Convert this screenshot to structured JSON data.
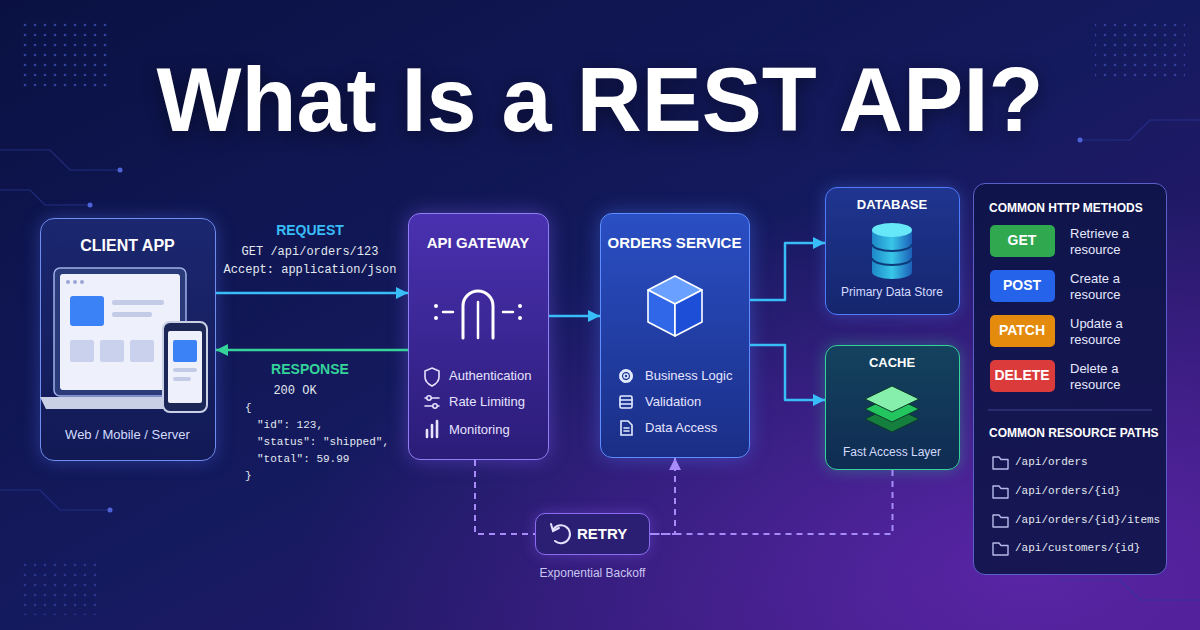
{
  "diagram": {
    "title": "What Is a REST API?",
    "nodes": [
      {
        "text": [
          "CLIENT APP",
          "Web / Mobile / Server"
        ]
      },
      {
        "text": [
          "API GATEWAY",
          "Authentication",
          "Rate Limiting",
          "Monitoring"
        ]
      },
      {
        "text": [
          "ORDERS SERVICE",
          "Business Logic",
          "Validation",
          "Data Access"
        ]
      },
      {
        "text": [
          "DATABASE",
          "Primary Data Store"
        ]
      },
      {
        "text": [
          "CACHE",
          "Fast Access Layer"
        ]
      },
      {
        "text": [
          "RETRY",
          "Exponential Backoff"
        ]
      },
      {
        "text": [
          "COMMON HTTP METHODS",
          "COMMON RESOURCE PATHS"
        ]
      },
      {
        "text": [
          "GET"
        ],
        "in": 6
      },
      {
        "text": [
          "POST"
        ],
        "in": 6
      },
      {
        "text": [
          "PATCH"
        ],
        "in": 6
      },
      {
        "text": [
          "DELETE"
        ],
        "in": 6
      }
    ],
    "edges": [
      {
        "from": 0,
        "to": 1,
        "arrow": "to",
        "label": "REQUEST"
      },
      {
        "from": 1,
        "to": 0,
        "arrow": "to",
        "label": "RESPONSE"
      },
      {
        "from": 1,
        "to": 2,
        "arrow": "to"
      },
      {
        "from": 2,
        "to": 3,
        "arrow": "to"
      },
      {
        "from": 2,
        "to": 4,
        "arrow": "to"
      },
      {
        "from": 1,
        "to": 5,
        "arrow": "none"
      },
      {
        "from": 5,
        "to": 2,
        "arrow": "to"
      },
      {
        "from": 4,
        "to": 5,
        "arrow": "none"
      }
    ],
    "labels": [
      "GET /api/orders/123",
      "Accept: application/json",
      "200 OK",
      "{",
      "\"id\": 123,",
      "\"status\": \"shipped\",",
      "\"total\": 59.99",
      "}",
      "Retrieve a resource",
      "Create a resource",
      "Update a resource",
      "Delete a resource",
      "/api/orders",
      "/api/orders/{id}",
      "/api/orders/{id}/items",
      "/api/customers/{id}"
    ]
  }
}
